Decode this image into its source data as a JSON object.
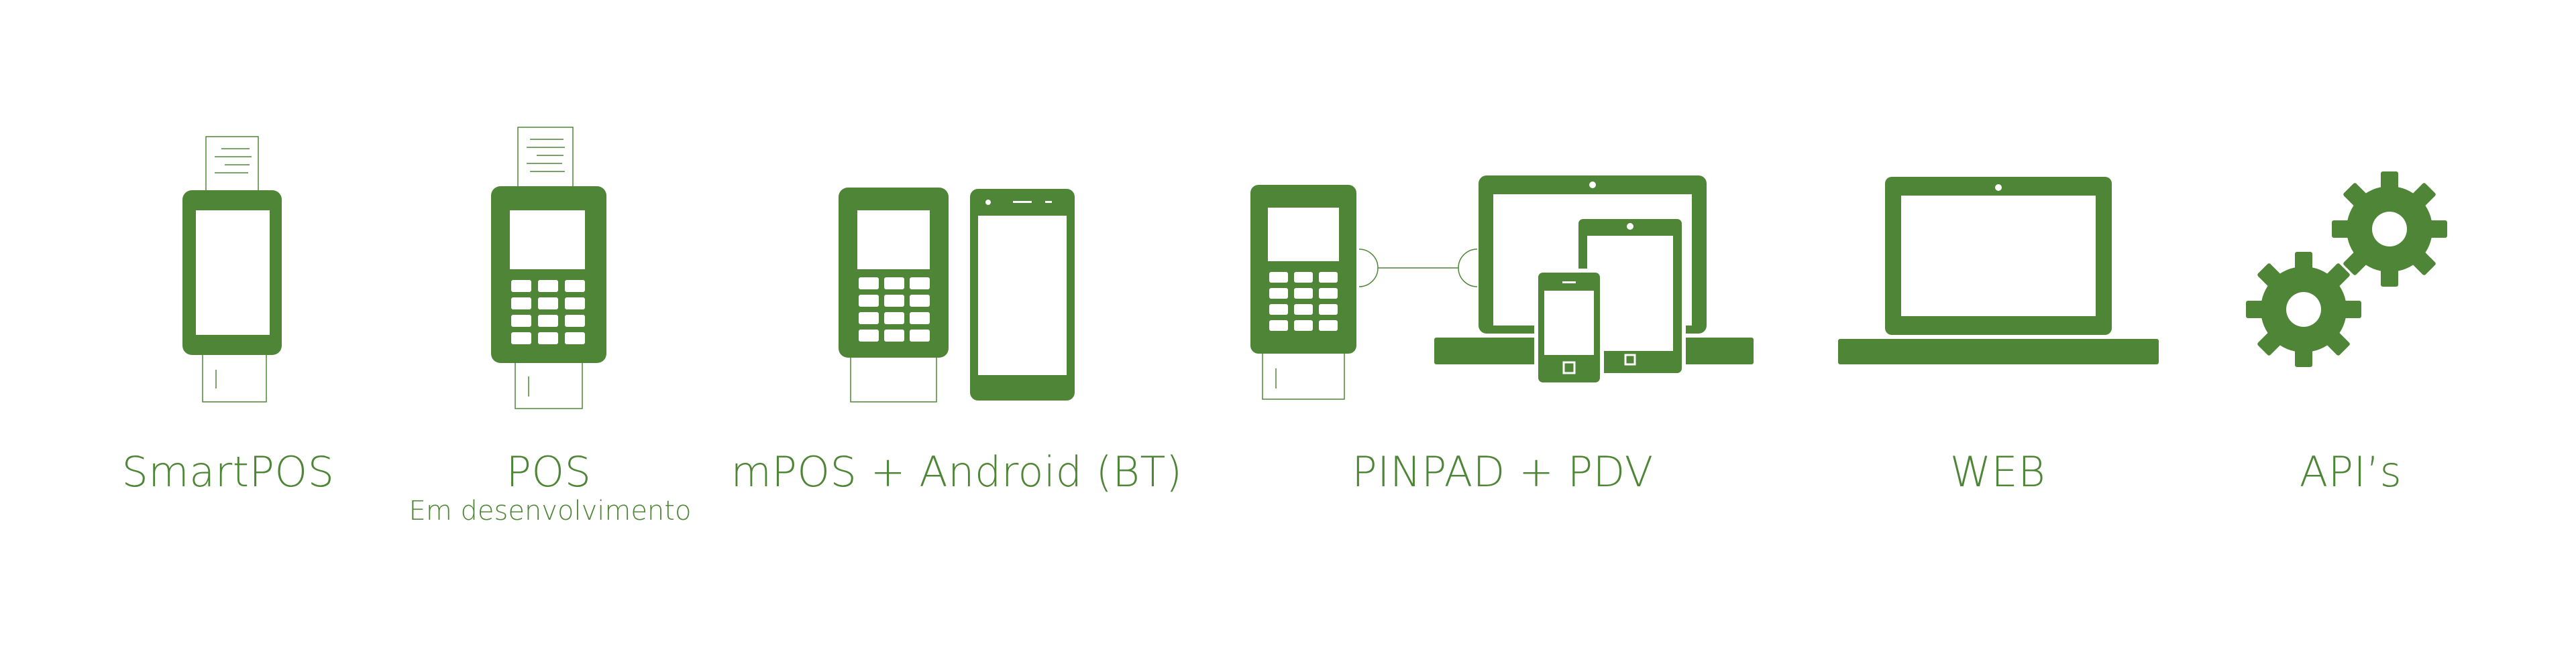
{
  "colors": {
    "brand_green": "#4e8536",
    "background": "#ffffff"
  },
  "items": [
    {
      "label": "SmartPOS",
      "icon": "smartpos-icon"
    },
    {
      "label": "POS",
      "sublabel": "Em desenvolvimento",
      "icon": "pos-terminal-icon"
    },
    {
      "label": "mPOS + Android (BT)",
      "icon": "mpos-android-icon"
    },
    {
      "label": "PINPAD + PDV",
      "icon": "pinpad-pdv-icon"
    },
    {
      "label": "WEB",
      "icon": "laptop-icon"
    },
    {
      "label": "API’s",
      "icon": "gears-icon"
    }
  ]
}
